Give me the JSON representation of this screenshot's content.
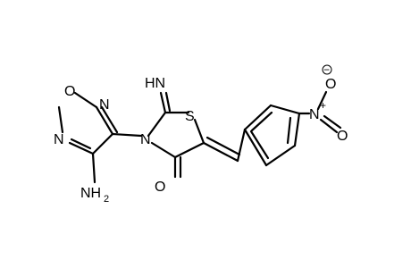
{
  "molecule": {
    "labels": {
      "ring_oxygen": "O",
      "ring_nitrogen_upper": "N",
      "ring_nitrogen_lower": "N",
      "amino": "NH",
      "amino_subscript": "2",
      "amide_nitrogen": "N",
      "imine": "HN",
      "sulfur": "S",
      "carbonyl_oxygen": "O",
      "nitro_nitrogen": "N",
      "nitro_oxygen_top": "O",
      "nitro_oxygen_right": "O",
      "plus_charge": "+",
      "minus_charge": "−"
    }
  }
}
